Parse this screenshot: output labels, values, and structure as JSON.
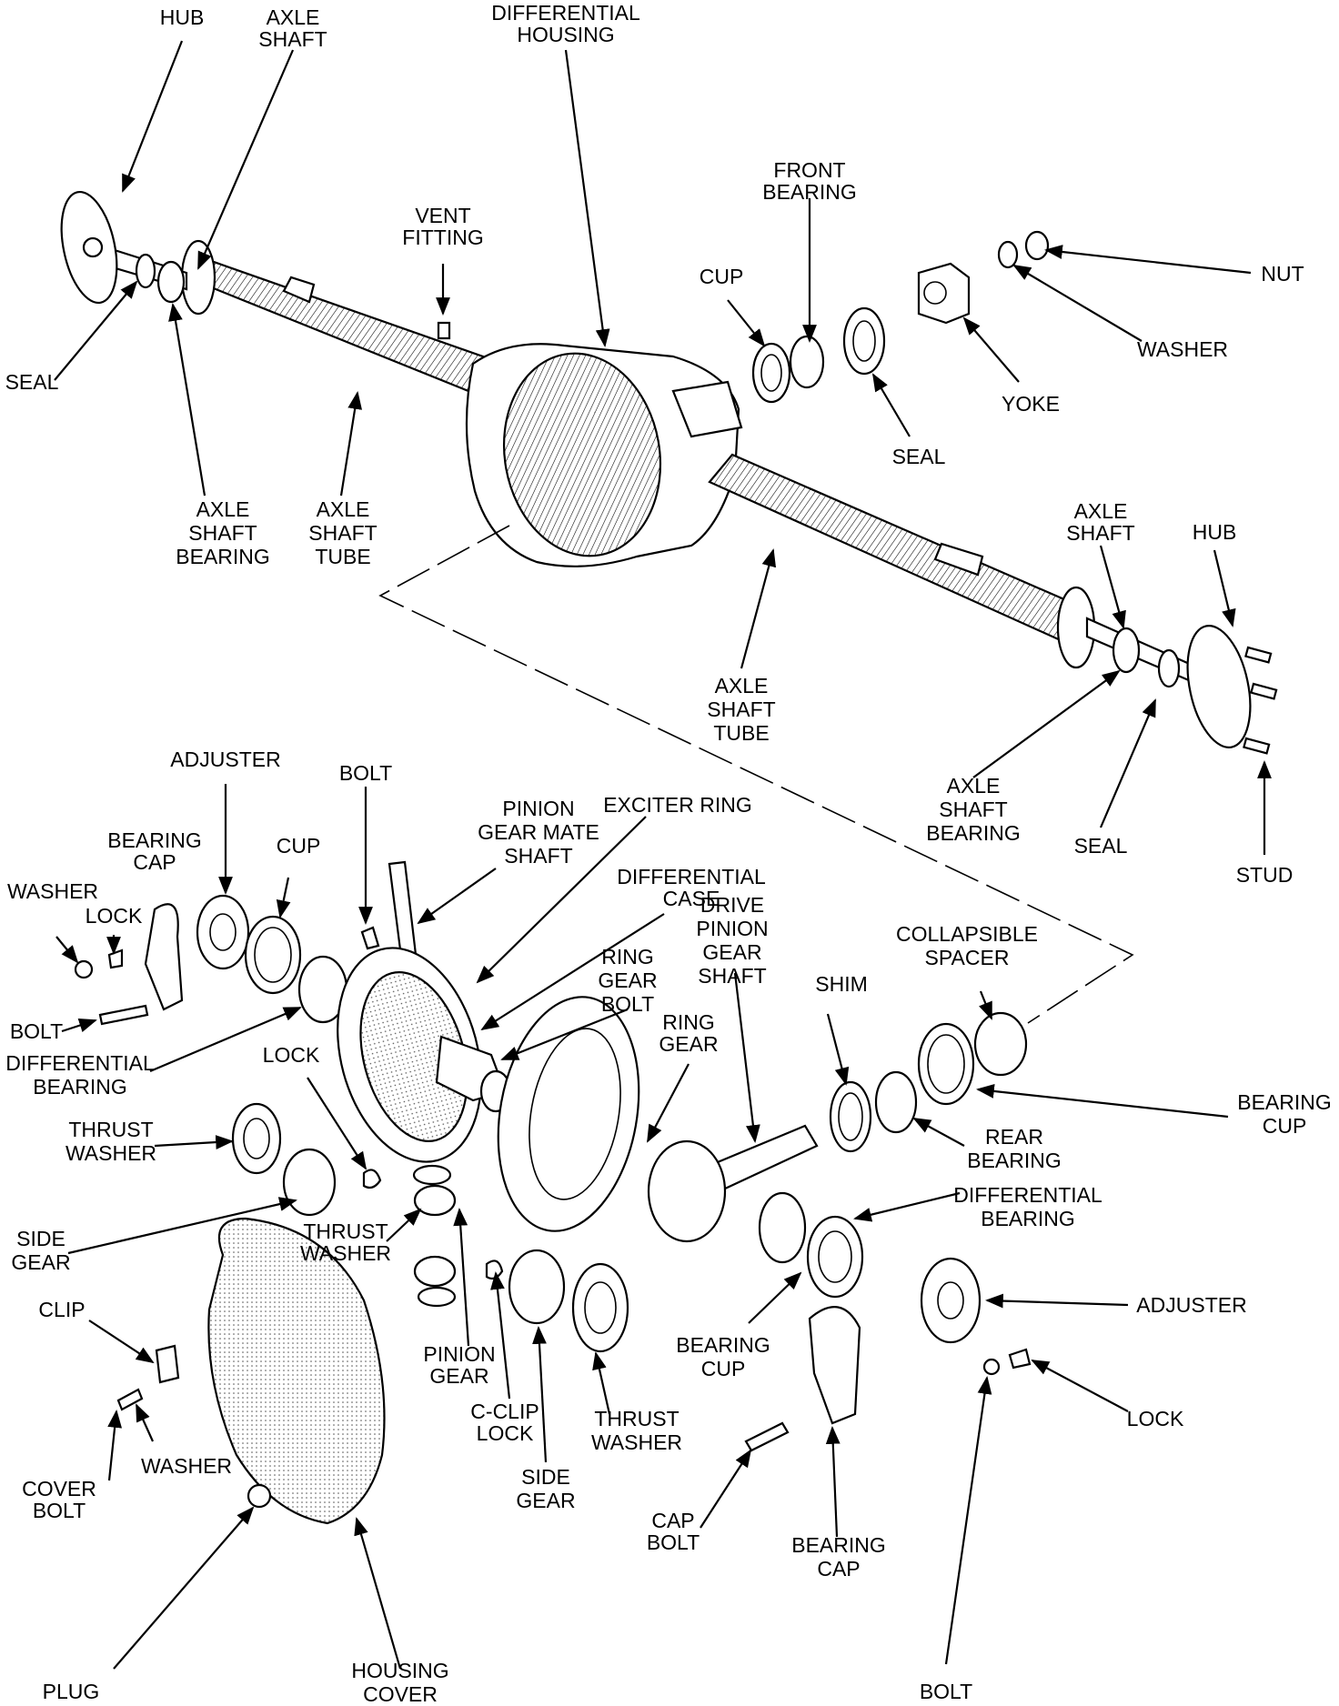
{
  "labels": {
    "top": {
      "hub_left": "HUB",
      "axle_shaft_left": [
        "AXLE",
        "SHAFT"
      ],
      "differential_housing": [
        "DIFFERENTIAL",
        "HOUSING"
      ],
      "vent_fitting": [
        "VENT",
        "FITTING"
      ],
      "front_bearing": [
        "FRONT",
        "BEARING"
      ],
      "cup": "CUP",
      "nut": "NUT",
      "washer": "WASHER",
      "yoke": "YOKE",
      "seal_left": "SEAL",
      "seal_right": "SEAL",
      "axle_shaft_bearing_left": [
        "AXLE",
        "SHAFT",
        "BEARING"
      ],
      "axle_shaft_tube_left": [
        "AXLE",
        "SHAFT",
        "TUBE"
      ],
      "axle_shaft_right": [
        "AXLE",
        "SHAFT"
      ],
      "hub_right": "HUB",
      "axle_shaft_tube_right": [
        "AXLE",
        "SHAFT",
        "TUBE"
      ],
      "axle_shaft_bearing_right": [
        "AXLE",
        "SHAFT",
        "BEARING"
      ],
      "seal_lower": "SEAL",
      "stud": "STUD"
    },
    "bottom": {
      "adjuster_left": "ADJUSTER",
      "bolt_top": "BOLT",
      "pinion_gear_mate_shaft": [
        "PINION",
        "GEAR MATE",
        "SHAFT"
      ],
      "exciter_ring": "EXCITER RING",
      "bearing_cap_left": [
        "BEARING",
        "CAP"
      ],
      "cup_left": "CUP",
      "washer_left": "WASHER",
      "lock_left": "LOCK",
      "differential_case": [
        "DIFFERENTIAL",
        "CASE"
      ],
      "bolt_left": "BOLT",
      "differential_bearing_left": [
        "DIFFERENTIAL",
        "BEARING"
      ],
      "ring_gear_bolt": [
        "RING",
        "GEAR",
        "BOLT"
      ],
      "drive_pinion_gear_shaft": [
        "DRIVE",
        "PINION",
        "GEAR",
        "SHAFT"
      ],
      "shim": "SHIM",
      "collapsible_spacer": [
        "COLLAPSIBLE",
        "SPACER"
      ],
      "lock_mid": "LOCK",
      "ring_gear": [
        "RING",
        "GEAR"
      ],
      "bearing_cup_right": [
        "BEARING",
        "CUP"
      ],
      "rear_bearing": [
        "REAR",
        "BEARING"
      ],
      "thrust_washer_left": [
        "THRUST",
        "WASHER"
      ],
      "differential_bearing_right": [
        "DIFFERENTIAL",
        "BEARING"
      ],
      "side_gear_left": [
        "SIDE",
        "GEAR"
      ],
      "thrust_washer_mid": [
        "THRUST",
        "WASHER"
      ],
      "clip": "CLIP",
      "adjuster_right": "ADJUSTER",
      "pinion_gear": [
        "PINION",
        "GEAR"
      ],
      "bearing_cup_mid": [
        "BEARING",
        "CUP"
      ],
      "lock_right": "LOCK",
      "washer_bottom": "WASHER",
      "c_clip_lock": [
        "C-CLIP",
        "LOCK"
      ],
      "thrust_washer_right": [
        "THRUST",
        "WASHER"
      ],
      "cover_bolt": [
        "COVER",
        "BOLT"
      ],
      "side_gear_mid": [
        "SIDE",
        "GEAR"
      ],
      "cap_bolt": [
        "CAP",
        "BOLT"
      ],
      "bearing_cap_right": [
        "BEARING",
        "CAP"
      ],
      "plug": "PLUG",
      "housing_cover": [
        "HOUSING",
        "COVER"
      ],
      "bolt_bottom": "BOLT"
    }
  }
}
